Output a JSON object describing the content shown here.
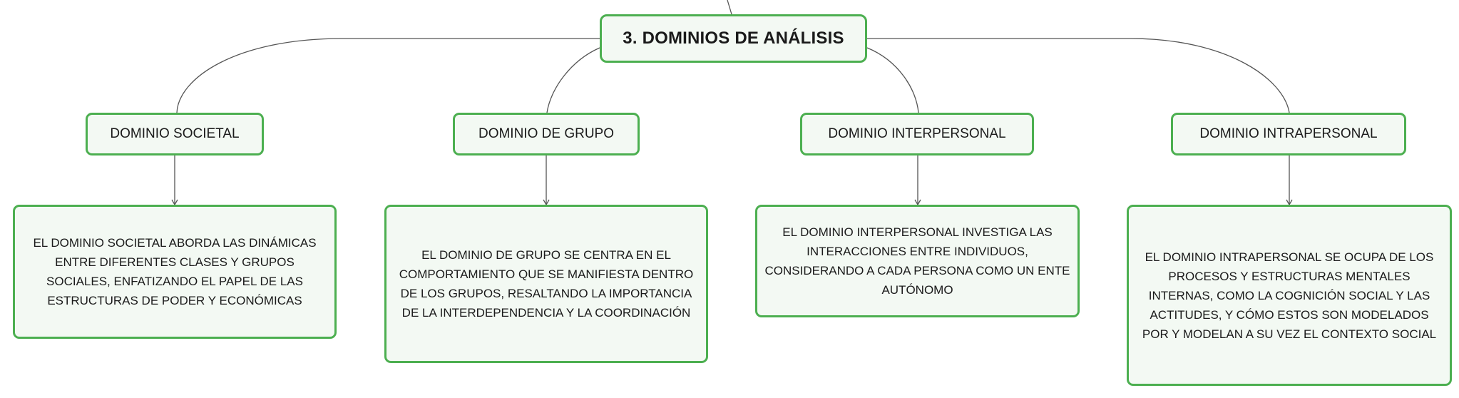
{
  "diagram": {
    "root": {
      "label": "3. DOMINIOS DE ANÁLISIS"
    },
    "branches": [
      {
        "label": "DOMINIO SOCIETAL",
        "description": "EL DOMINIO SOCIETAL ABORDA LAS DINÁMICAS ENTRE DIFERENTES CLASES Y GRUPOS SOCIALES, ENFATIZANDO EL PAPEL DE LAS ESTRUCTURAS DE PODER Y ECONÓMICAS"
      },
      {
        "label": "DOMINIO DE GRUPO",
        "description": "EL DOMINIO DE GRUPO SE CENTRA EN EL COMPORTAMIENTO QUE SE MANIFIESTA DENTRO DE LOS GRUPOS, RESALTANDO LA IMPORTANCIA DE LA INTERDEPENDENCIA Y LA COORDINACIÓN"
      },
      {
        "label": "DOMINIO INTERPERSONAL",
        "description": "EL DOMINIO INTERPERSONAL INVESTIGA LAS INTERACCIONES ENTRE INDIVIDUOS, CONSIDERANDO A CADA PERSONA COMO UN ENTE AUTÓNOMO"
      },
      {
        "label": "DOMINIO INTRAPERSONAL",
        "description": "EL DOMINIO INTRAPERSONAL SE OCUPA DE LOS PROCESOS Y ESTRUCTURAS MENTALES INTERNAS, COMO LA COGNICIÓN SOCIAL Y LAS ACTITUDES, Y CÓMO ESTOS SON MODELADOS POR Y MODELAN A SU VEZ EL CONTEXTO SOCIAL"
      }
    ],
    "colors": {
      "node_border": "#4caf50",
      "node_fill": "#f3f9f3",
      "connector": "#555555",
      "text": "#1a1a1a"
    }
  }
}
